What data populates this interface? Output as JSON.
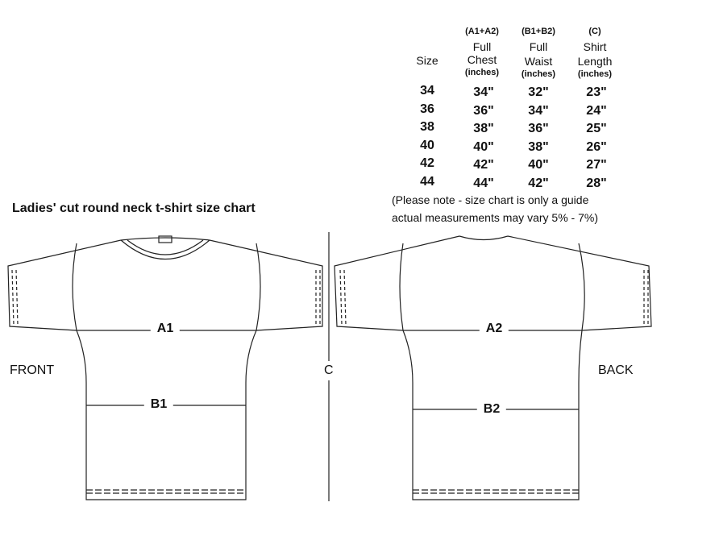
{
  "title": "Ladies' cut round neck t-shirt size chart",
  "table": {
    "headers": [
      {
        "code": "",
        "line1": "",
        "line2": "Size",
        "unit": ""
      },
      {
        "code": "(A1+A2)",
        "line1": "Full",
        "line2": "Chest",
        "unit": "(inches)"
      },
      {
        "code": "(B1+B2)",
        "line1": "Full",
        "line2": "Waist",
        "unit": "(inches)"
      },
      {
        "code": "(C)",
        "line1": "Shirt",
        "line2": "Length",
        "unit": "(inches)"
      }
    ],
    "rows": [
      [
        "34",
        "34\"",
        "32\"",
        "23\""
      ],
      [
        "36",
        "36\"",
        "34\"",
        "24\""
      ],
      [
        "38",
        "38\"",
        "36\"",
        "25\""
      ],
      [
        "40",
        "40\"",
        "38\"",
        "26\""
      ],
      [
        "42",
        "42\"",
        "40\"",
        "27\""
      ],
      [
        "44",
        "44\"",
        "42\"",
        "28\""
      ]
    ]
  },
  "note_line1": "(Please note - size chart is only a guide",
  "note_line2": "actual measurements may vary 5% - 7%)",
  "labels": {
    "front": "FRONT",
    "back": "BACK",
    "c": "C",
    "a1": "A1",
    "b1": "B1",
    "a2": "A2",
    "b2": "B2"
  }
}
